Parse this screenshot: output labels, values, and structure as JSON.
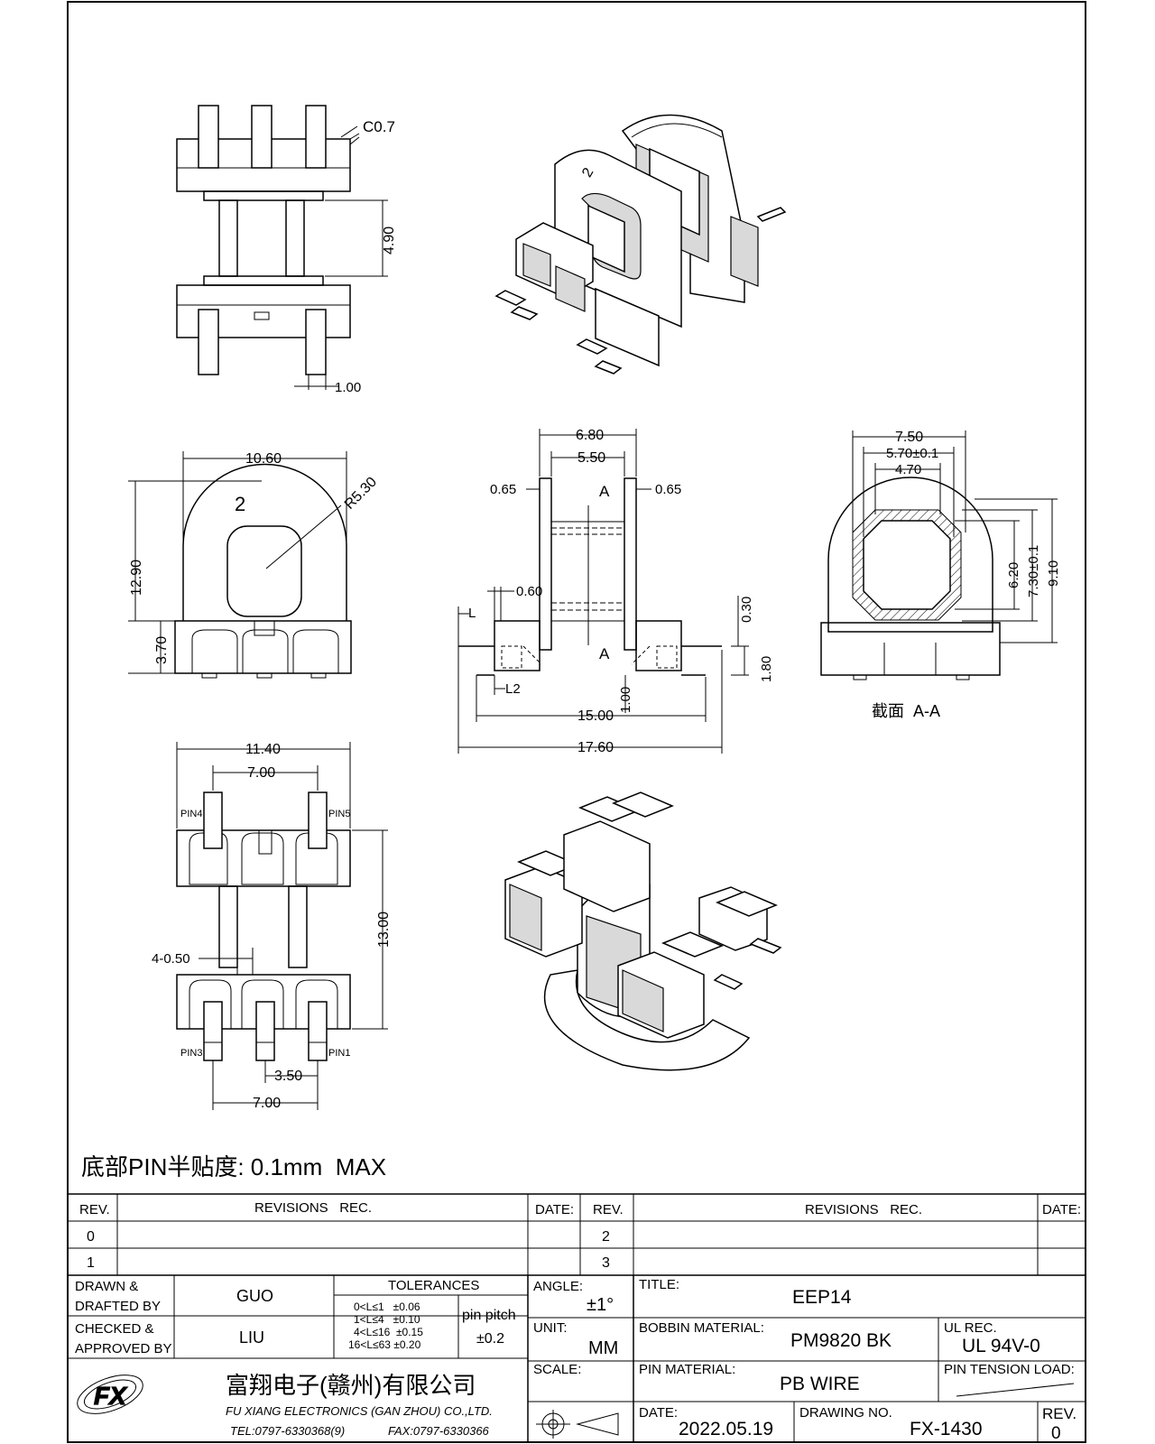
{
  "dims": {
    "c07": "C0.7",
    "d490": "4.90",
    "d100a": "1.00",
    "d1060": "10.60",
    "r530": "R5.30",
    "d1290": "12.90",
    "d370": "3.70",
    "mark2": "2",
    "d680": "6.80",
    "d550": "5.50",
    "d065l": "0.65",
    "d065r": "0.65",
    "secA1": "A",
    "secA2": "A",
    "d060": "0.60",
    "dL": "L",
    "dL2": "L2",
    "d030": "0.30",
    "d180": "1.80",
    "d100b": "1.00",
    "d1500": "15.00",
    "d1760": "17.60",
    "d750": "7.50",
    "d570": "5.70±0.1",
    "d470": "4.70",
    "d620": "6.20",
    "d730": "7.30±0.1",
    "d910": "9.10",
    "section": "截面  A-A",
    "d1140": "11.40",
    "d700a": "7.00",
    "pin4": "PIN4",
    "pin5": "PIN5",
    "d1300": "13.00",
    "d050": "4-0.50",
    "pin3": "PIN3",
    "pin1": "PIN1",
    "d350": "3.50",
    "d700b": "7.00"
  },
  "note": "底部PIN半贴度: 0.1mm  MAX",
  "rev_table": {
    "rev_h": "REV.",
    "rec_h": "REVISIONS   REC.",
    "date_h": "DATE:",
    "rev_h2": "REV.",
    "rec_h2": "REVISIONS   REC.",
    "date_h2": "DATE:",
    "rows_left": [
      "0",
      "1"
    ],
    "rows_right": [
      "2",
      "3"
    ]
  },
  "title_block": {
    "drawn_label": "DRAWN &\nDRAFTED BY",
    "drawn_by": "GUO",
    "checked_label": "CHECKED &\nAPPROVED BY",
    "checked_by": "LIU",
    "tol_title": "TOLERANCES",
    "tol_rows": [
      "0<L≤1   ±0.06",
      "1<L≤4   ±0.10",
      "4<L≤16  ±0.15",
      "16<L≤63 ±0.20"
    ],
    "pitch_label": "pin pitch",
    "pitch_val": "±0.2",
    "angle_label": "ANGLE:",
    "angle_val": "±1°",
    "unit_label": "UNIT:",
    "unit_val": "MM",
    "scale_label": "SCALE:",
    "title_label": "TITLE:",
    "title_val": "EEP14",
    "bobbin_label": "BOBBIN MATERIAL:",
    "bobbin_val": "PM9820 BK",
    "ul_label": "UL REC.",
    "ul_val": "UL 94V-0",
    "pinmat_label": "PIN MATERIAL:",
    "pinmat_val": "PB WIRE",
    "tension_label": "PIN TENSION LOAD:",
    "date_label": "DATE:",
    "date_val": "2022.05.19",
    "dwg_label": "DRAWING NO.",
    "dwg_val": "FX-1430",
    "rev_label": "REV.",
    "rev_val": "0",
    "company_cn": "富翔电子(赣州)有限公司",
    "company_en": "FU XIANG ELECTRONICS (GAN ZHOU) CO.,LTD.",
    "tel": "TEL:0797-6330368(9)",
    "fax": "FAX:0797-6330366",
    "logo_text": "FX"
  }
}
